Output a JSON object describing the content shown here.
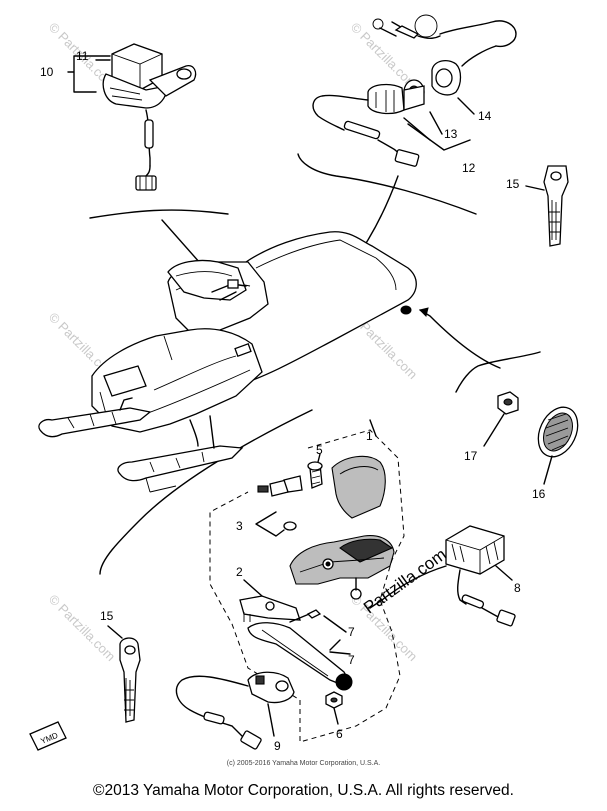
{
  "diagram": {
    "callouts": {
      "c1": "1",
      "c2": "2",
      "c3": "3",
      "c5": "5",
      "c6": "6",
      "c7": "7",
      "c8": "8",
      "c9": "9",
      "c10": "10",
      "c11": "11",
      "c12": "12",
      "c13": "13",
      "c14": "14",
      "c15_top": "15",
      "c15_bottom": "15",
      "c16": "16",
      "c17": "17"
    },
    "tag_text": "YMD",
    "watermark_text": "© Partzilla.com",
    "partzilla_mark": "Partzilla.com",
    "small_copyright": "(c) 2005-2016 Yamaha Motor Corporation, U.S.A.",
    "footer": "©2013 Yamaha Motor Corporation, U.S.A. All rights reserved."
  },
  "colors": {
    "ink": "#000000",
    "background": "#ffffff",
    "watermark": "#c9c9c9"
  }
}
